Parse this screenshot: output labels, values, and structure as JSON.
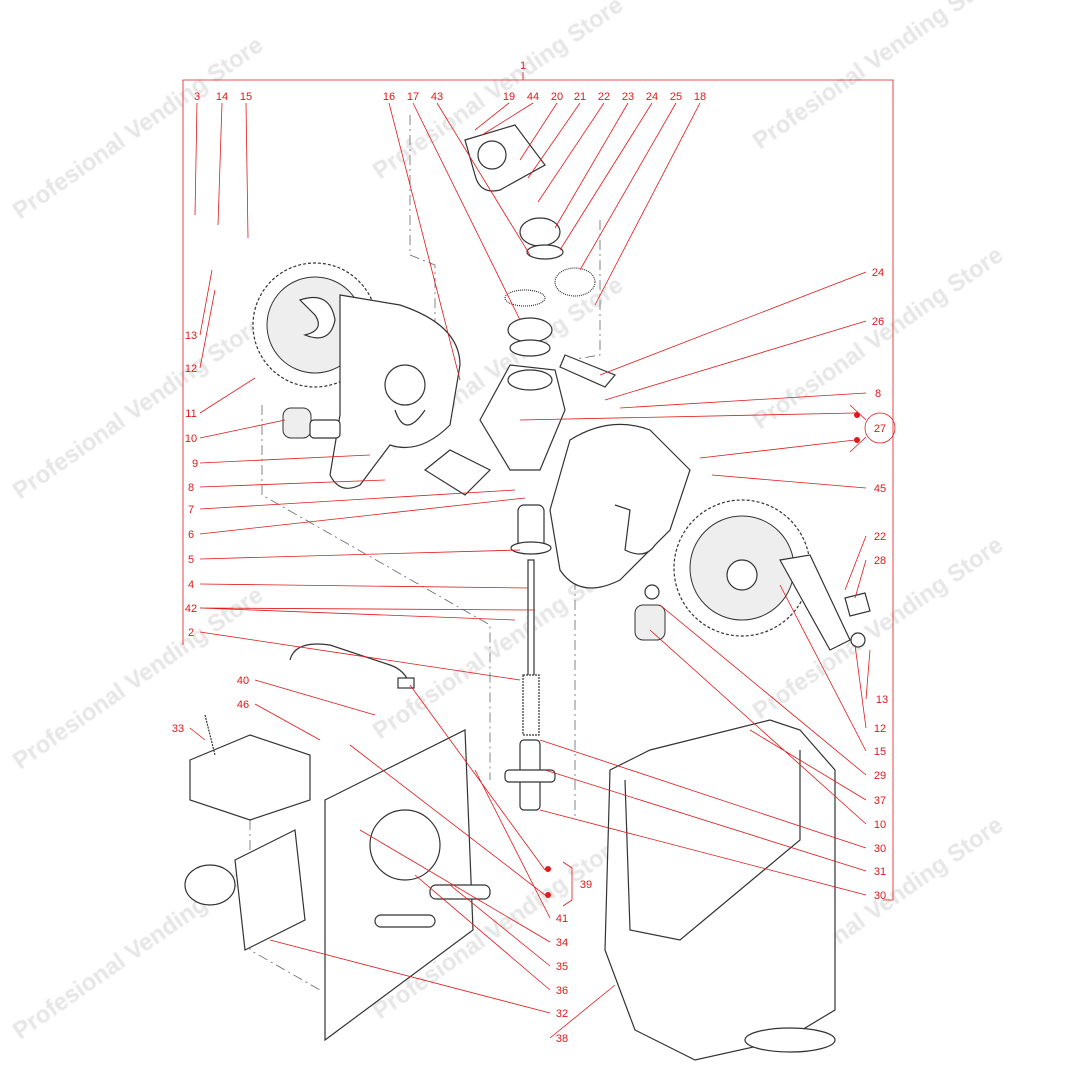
{
  "watermark": "Profesional Vending Store",
  "accent_color": "#e0191b",
  "labels": {
    "top": [
      "1",
      "3",
      "14",
      "15",
      "16",
      "17",
      "43",
      "19",
      "44",
      "20",
      "21",
      "22",
      "23",
      "24",
      "25",
      "18"
    ],
    "left": [
      "13",
      "12",
      "11",
      "10",
      "9",
      "8",
      "7",
      "6",
      "5",
      "4",
      "42",
      "2"
    ],
    "right": [
      "24",
      "26",
      "8",
      "27",
      "45",
      "22",
      "28",
      "13",
      "12",
      "15",
      "29",
      "37",
      "10",
      "30",
      "31",
      "30"
    ],
    "lower": [
      "40",
      "46",
      "33",
      "39",
      "41",
      "34",
      "35",
      "36",
      "32",
      "38"
    ]
  }
}
